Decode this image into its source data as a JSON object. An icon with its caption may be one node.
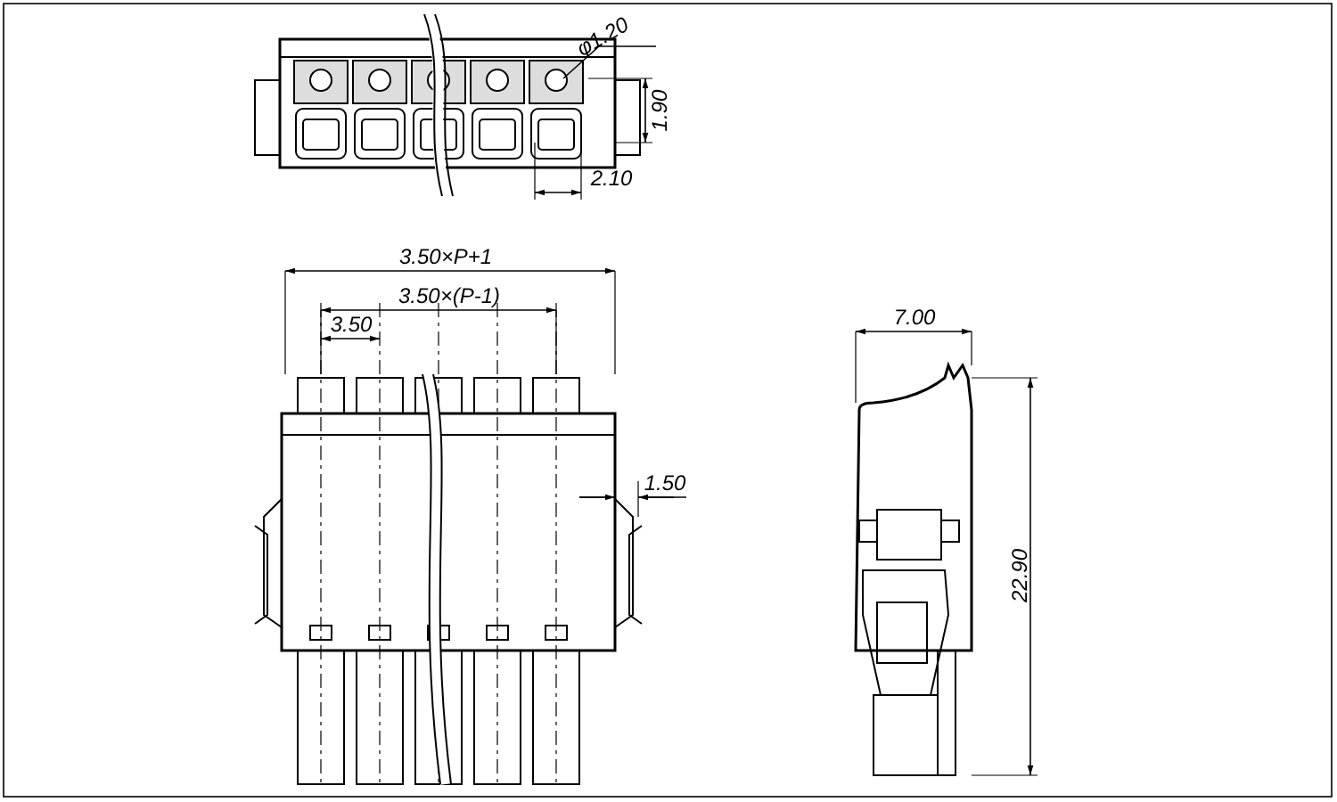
{
  "diagram": {
    "labels": [
      "φ1.20",
      "1.90",
      "2.10",
      "3.50×P+1",
      "3.50×(P-1)",
      "3.50",
      "1.50",
      "7.00",
      "22.90"
    ]
  }
}
